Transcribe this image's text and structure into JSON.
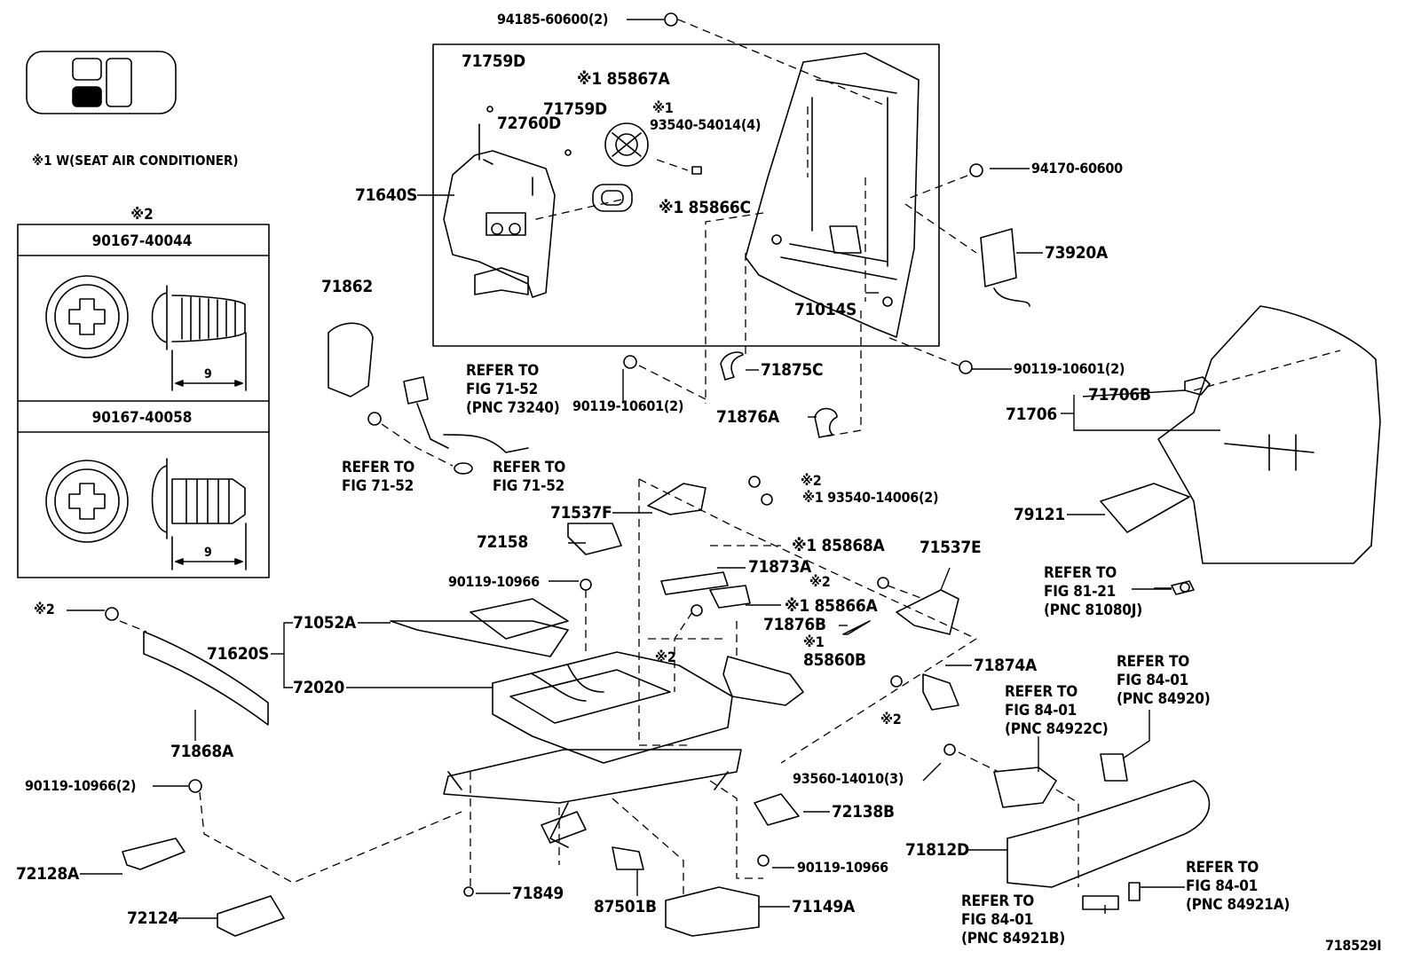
{
  "note_1": "※1 W(SEAT AIR CONDITIONER)",
  "note_2_mark": "※2",
  "inset": {
    "top_part": "90167-40044",
    "bottom_part": "90167-40058",
    "dimension": "9"
  },
  "labels": {
    "p94185": "94185-60600(2)",
    "p71759D_a": "71759D",
    "p85867A": "※1 85867A",
    "p71759D_b": "71759D",
    "p93540_54014_mark": "※1",
    "p93540_54014": "93540-54014(4)",
    "p72760D": "72760D",
    "p71640S": "71640S",
    "p85866C": "※1 85866C",
    "p94170": "94170-60600",
    "p73920A": "73920A",
    "p71014S": "71014S",
    "p71862": "71862",
    "p90119_10601_a": "90119-10601(2)",
    "p90119_10601_b": "90119-10601(2)",
    "p71875C": "71875C",
    "p71876A": "71876A",
    "p71706B": "71706B",
    "p71706": "71706",
    "p93540_14006_m2": "※2",
    "p93540_14006": "※1 93540-14006(2)",
    "p71537F": "71537F",
    "p72158": "72158",
    "p85868A": "※1 85868A",
    "p71537E": "71537E",
    "p79121": "79121",
    "p71873A": "71873A",
    "p90119_10966_a": "90119-10966",
    "p85866A_m2": "※2",
    "p85866A": "※1 85866A",
    "p71876B": "71876B",
    "p85860B_m1": "※1",
    "p85860B": "85860B",
    "p_m2_a": "※2",
    "p71052A": "71052A",
    "p71620S": "71620S",
    "p72020": "72020",
    "p_m2_b": "※2",
    "p71868A": "71868A",
    "p71874A": "71874A",
    "p_m2_c": "※2",
    "p93560": "93560-14010(3)",
    "p90119_10966_2": "90119-10966(2)",
    "p72138B": "72138B",
    "p71812D": "71812D",
    "p72128A": "72128A",
    "p90119_10966_b": "90119-10966",
    "p71849": "71849",
    "p87501B": "87501B",
    "p71149A": "71149A",
    "p72124": "72124",
    "fig_id": "718529I"
  },
  "refs": {
    "r73240": "REFER TO\nFIG 71-52\n(PNC 73240)",
    "r7152_a": "REFER TO\nFIG 71-52",
    "r7152_b": "REFER TO\nFIG 71-52",
    "r81080J": "REFER TO\nFIG 81-21\n(PNC 81080J)",
    "r84920": "REFER TO\nFIG 84-01\n(PNC 84920)",
    "r84922C": "REFER TO\nFIG 84-01\n(PNC 84922C)",
    "r84921A": "REFER TO\nFIG 84-01\n(PNC 84921A)",
    "r84921B": "REFER TO\nFIG 84-01\n(PNC 84921B)"
  }
}
